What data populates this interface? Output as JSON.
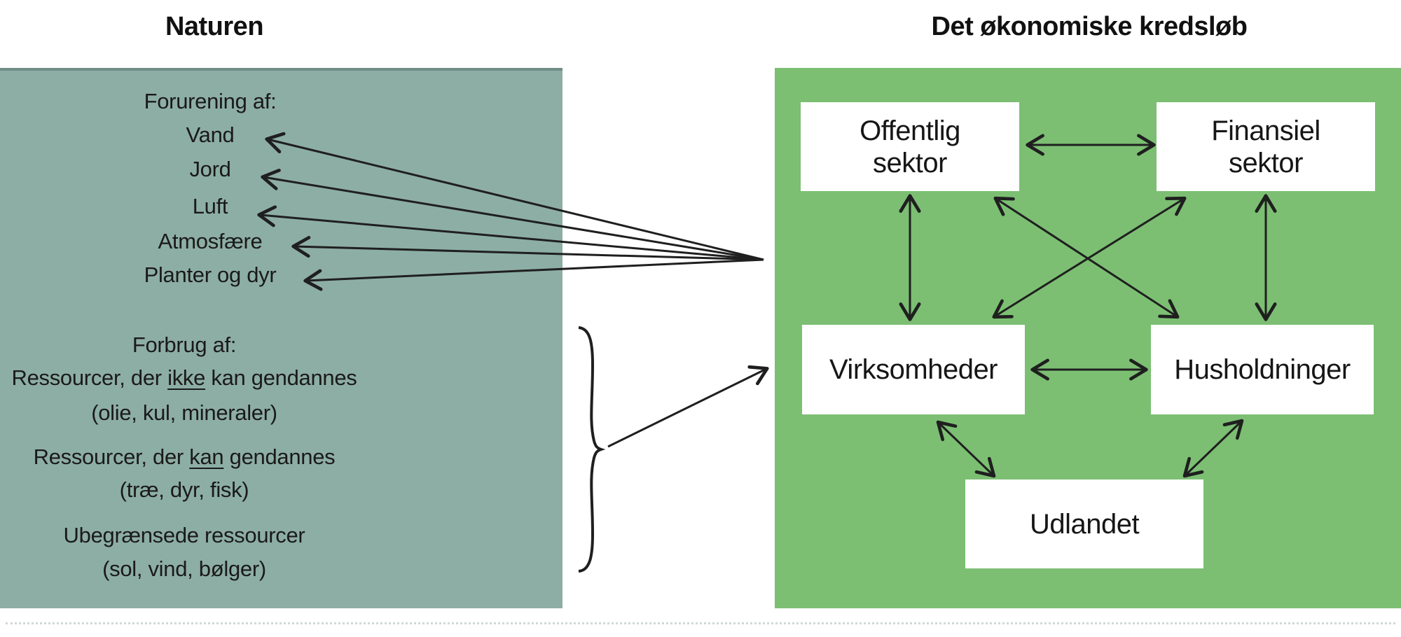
{
  "colors": {
    "left_panel": "#8DAEA4",
    "right_panel": "#7CBF73",
    "box_background": "#ffffff",
    "arrow": "#1f1f1f",
    "text": "#1a1a1a"
  },
  "left": {
    "title": "Naturen",
    "pollution_heading": "Forurening af:",
    "pollution_items": [
      "Vand",
      "Jord",
      "Luft",
      "Atmosfære",
      "Planter og dyr"
    ],
    "consumption_heading": "Forbrug af:",
    "consumption": {
      "nonrenewable": {
        "pre": "Ressourcer, der ",
        "underlined": "ikke",
        "post": " kan gendannes"
      },
      "nonrenewable_examples": "(olie, kul, mineraler)",
      "renewable": {
        "pre": "Ressourcer, der ",
        "underlined": "kan",
        "post": " gendannes"
      },
      "renewable_examples": "(træ, dyr, fisk)",
      "unlimited": "Ubegrænsede ressourcer",
      "unlimited_examples": "(sol, vind, bølger)"
    }
  },
  "right": {
    "title": "Det økonomiske kredsløb",
    "boxes": {
      "offentlig": {
        "line1": "Offentlig",
        "line2": "sektor"
      },
      "finansiel": {
        "line1": "Finansiel",
        "line2": "sektor"
      },
      "virksomheder": {
        "label": "Virksomheder"
      },
      "husholdninger": {
        "label": "Husholdninger"
      },
      "udlandet": {
        "label": "Udlandet"
      }
    }
  }
}
